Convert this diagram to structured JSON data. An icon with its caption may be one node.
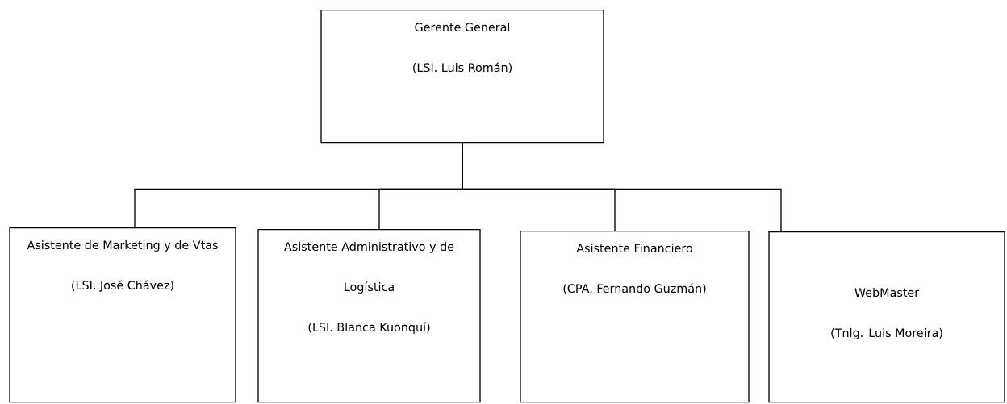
{
  "diagram": {
    "nodes": [
      {
        "text": [
          "Gerente General",
          "(LSI. Luis Román)"
        ]
      },
      {
        "text": [
          "Asistente de Marketing y de Vtas",
          "(LSI. José Chávez)"
        ]
      },
      {
        "text": [
          "Asistente Administrativo y de Logística",
          "(LSI. Blanca Kuonquí)"
        ]
      },
      {
        "text": [
          "Asistente Financiero",
          "(CPA. Fernando Guzmán)"
        ]
      },
      {
        "text": [
          "WebMaster",
          "(Tnlg. Luis Moreira)"
        ]
      }
    ],
    "edges": [
      {
        "from": 0,
        "to": 1,
        "arrow": "none"
      },
      {
        "from": 0,
        "to": 2,
        "arrow": "none"
      },
      {
        "from": 0,
        "to": 3,
        "arrow": "none"
      },
      {
        "from": 0,
        "to": 4,
        "arrow": "none"
      }
    ]
  }
}
